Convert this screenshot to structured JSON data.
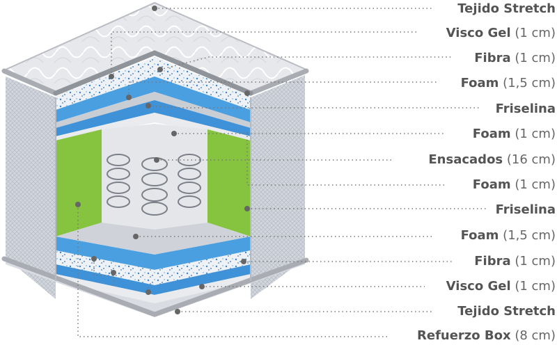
{
  "layers": [
    {
      "name": "Tejido Stretch",
      "size": ""
    },
    {
      "name": "Visco Gel",
      "size": "(1 cm)"
    },
    {
      "name": "Fibra",
      "size": "(1 cm)"
    },
    {
      "name": "Foam",
      "size": "(1,5 cm)"
    },
    {
      "name": "Friselina",
      "size": ""
    },
    {
      "name": "Foam",
      "size": "(1 cm)"
    },
    {
      "name": "Ensacados",
      "size": "(16 cm)"
    },
    {
      "name": "Foam",
      "size": "(1 cm)"
    },
    {
      "name": "Friselina",
      "size": ""
    },
    {
      "name": "Foam",
      "size": "(1,5 cm)"
    },
    {
      "name": "Fibra",
      "size": "(1 cm)"
    },
    {
      "name": "Visco Gel",
      "size": "(1 cm)"
    },
    {
      "name": "Tejido Stretch",
      "size": ""
    },
    {
      "name": "Refuerzo Box",
      "size": "(8 cm)"
    }
  ],
  "colors": {
    "text": "#555555",
    "foam_blue": "#4a9fe0",
    "foam_green": "#86c440",
    "fabric_grey": "#cfd3da",
    "leader_dots": "#666666"
  }
}
